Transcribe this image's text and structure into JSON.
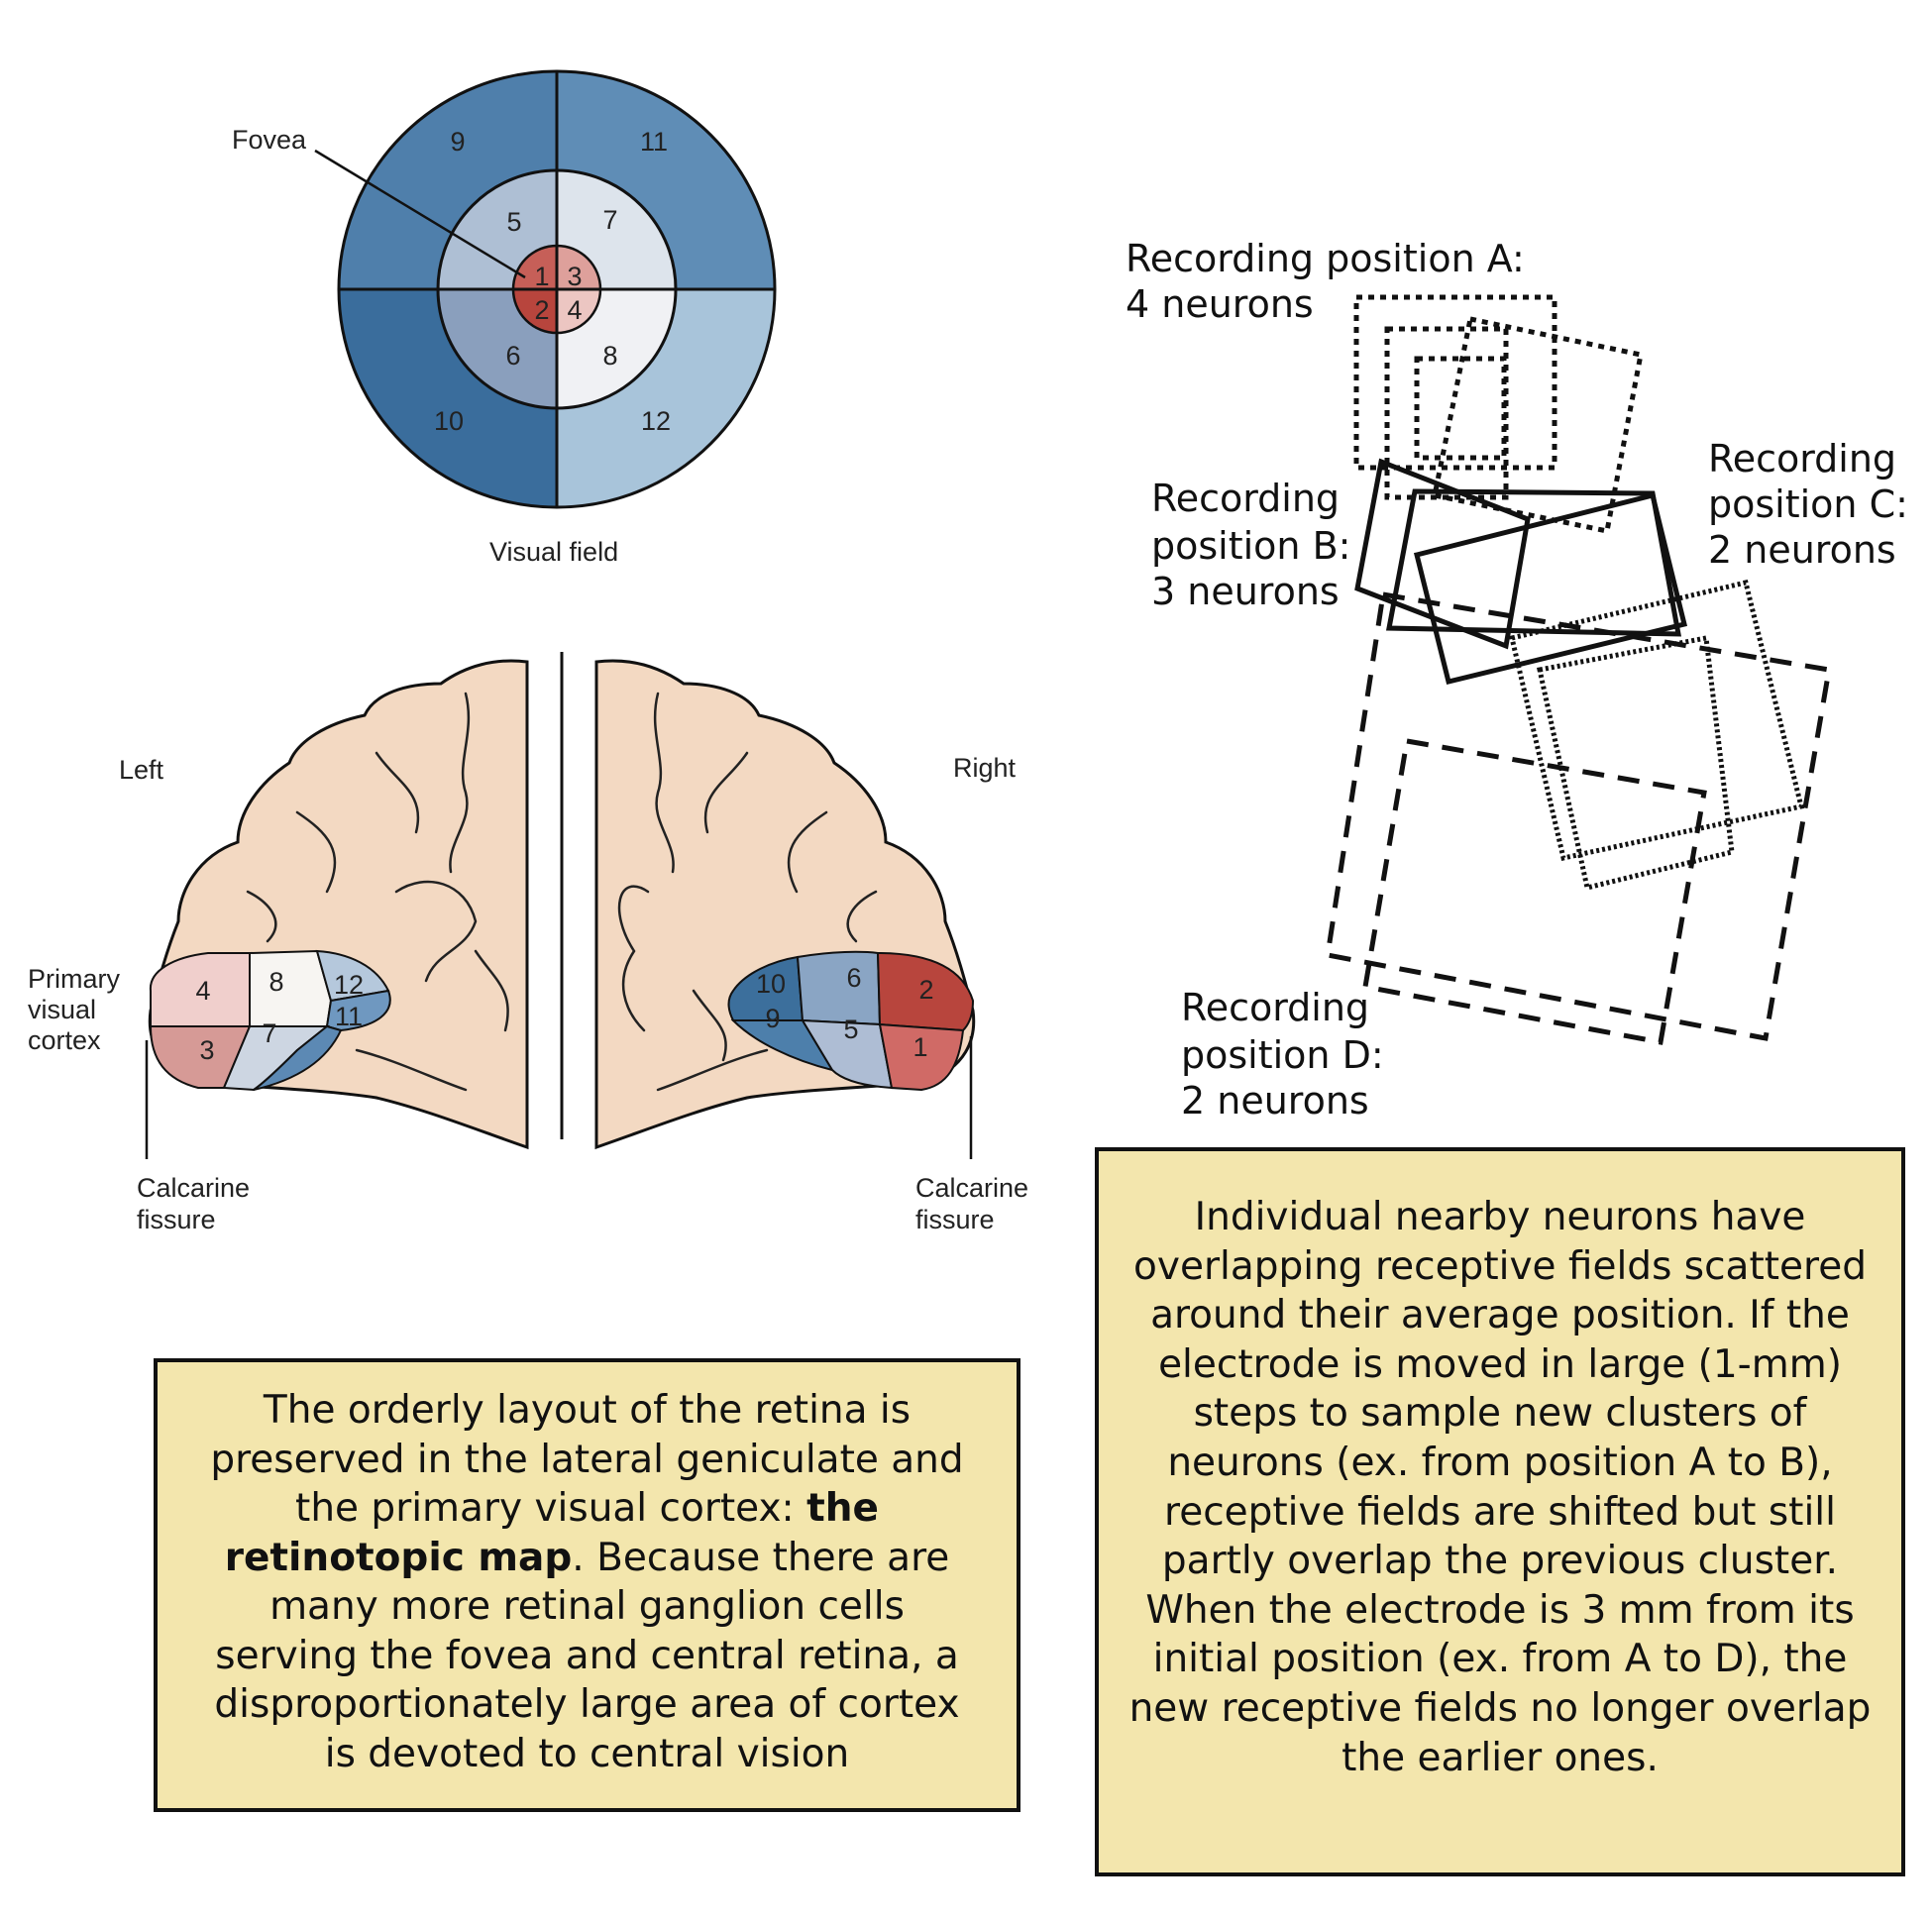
{
  "visual_field": {
    "fovea_label": "Fovea",
    "caption": "Visual field",
    "zones": {
      "z1": "1",
      "z2": "2",
      "z3": "3",
      "z4": "4",
      "z5": "5",
      "z6": "6",
      "z7": "7",
      "z8": "8",
      "z9": "9",
      "z10": "10",
      "z11": "11",
      "z12": "12"
    }
  },
  "brain": {
    "left_label": "Left",
    "right_label": "Right",
    "primary_label_1": "Primary",
    "primary_label_2": "visual",
    "primary_label_3": "cortex",
    "calcarine_left_1": "Calcarine",
    "calcarine_left_2": "fissure",
    "calcarine_right_1": "Calcarine",
    "calcarine_right_2": "fissure"
  },
  "recording": {
    "a_line1": "Recording position A:",
    "a_line2": "4 neurons",
    "b_line1": "Recording",
    "b_line2": "position B:",
    "b_line3": "3 neurons",
    "c_line1": "Recording",
    "c_line2": "position C:",
    "c_line3": "2 neurons",
    "d_line1": "Recording",
    "d_line2": "position D:",
    "d_line3": "2 neurons"
  },
  "colors": {
    "fovea_red": "#c0524a",
    "pink": "#e8b7b3",
    "dark_blue": "#3a6f9e",
    "mid_blue": "#5b89b4",
    "light_blue": "#a9c3d8",
    "pale": "#eef0f4",
    "brain": "#f3d9c2",
    "note_bg": "#f3e6ad"
  },
  "left_box": {
    "p1": "The orderly layout of the retina is preserved in the lateral geniculate and the primary visual cortex: ",
    "bold": "the retinotopic map",
    "p2": ". Because there are many more retinal ganglion cells serving the fovea and central retina, a disproportionately large area of cortex is devoted to central vision"
  },
  "right_box": {
    "text": "Individual nearby neurons have overlapping receptive fields scattered around their average position. If the electrode is moved in large (1-mm) steps to sample new clusters of neurons (ex. from position A to B), receptive fields are shifted but still partly overlap the previous cluster. When the electrode is 3 mm from its initial position (ex. from A to D), the new receptive fields no longer overlap the earlier ones."
  }
}
